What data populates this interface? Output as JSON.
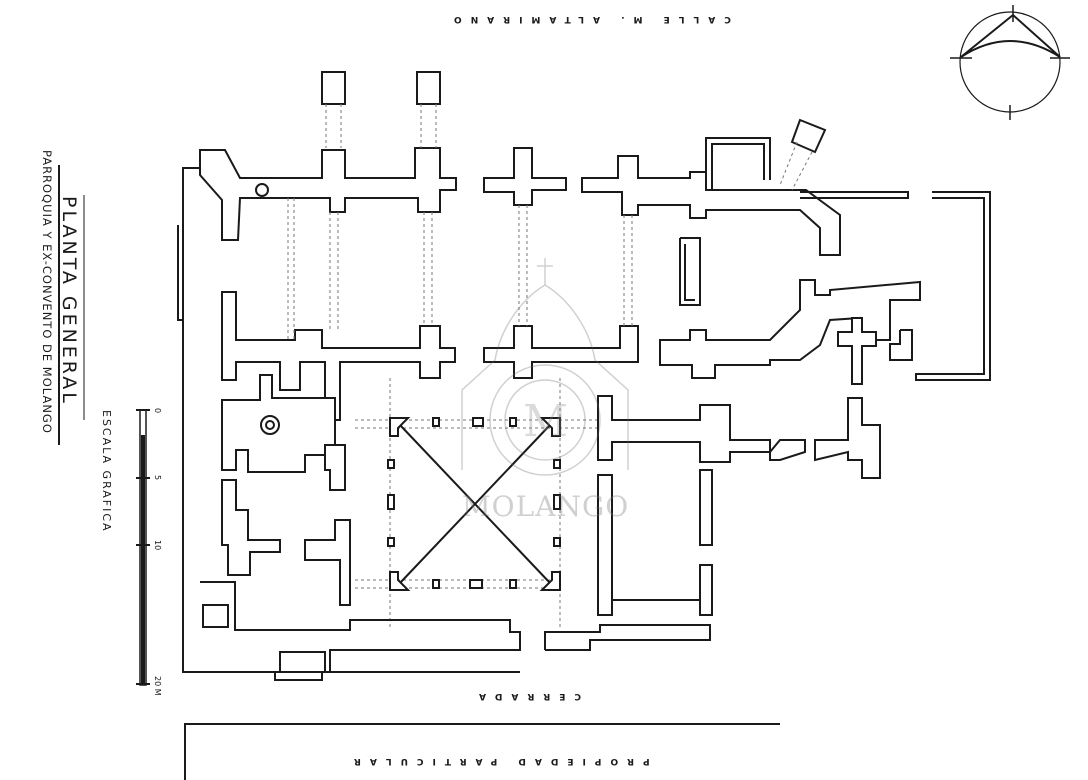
{
  "title": "PLANTA GENERAL",
  "subtitle": "PARROQUIA Y EX-CONVENTO DE MOLANGO",
  "scale": {
    "label": "ESCALA GRAFICA",
    "ticks": [
      "0",
      "5",
      "10",
      "20 M"
    ]
  },
  "streets": {
    "top": "CALLE M. ALTAMIRANO",
    "bottom_near": "CERRADA",
    "bottom_far": "PROPIEDAD PARTICULAR"
  },
  "watermark": "MOLANGO"
}
